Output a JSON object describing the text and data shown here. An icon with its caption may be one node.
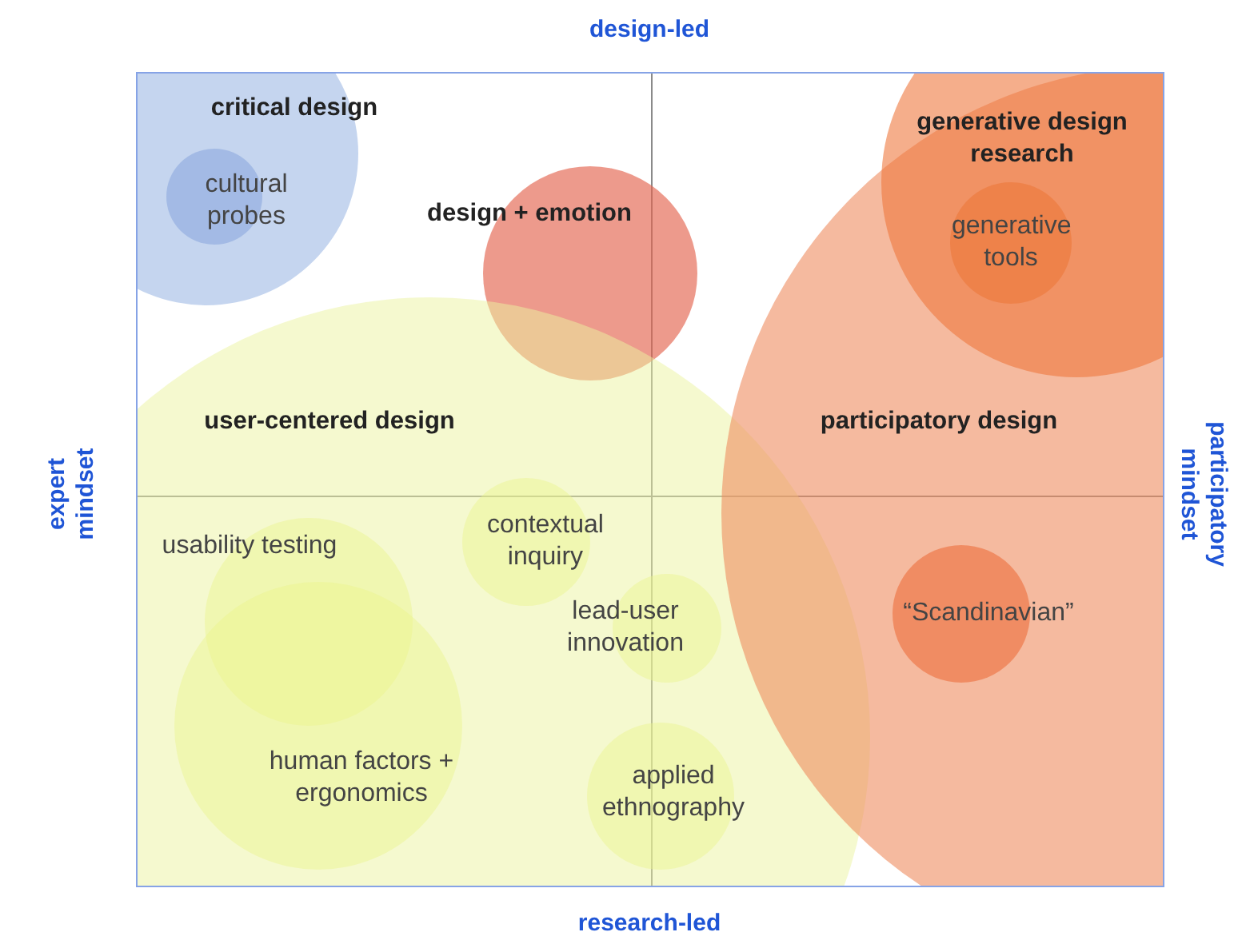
{
  "diagram": {
    "nodes": [
      {
        "text": [
          "critical design"
        ]
      },
      {
        "text": [
          "cultural probes"
        ],
        "in": 0
      },
      {
        "text": [
          "design + emotion"
        ]
      },
      {
        "text": [
          "generative design research"
        ]
      },
      {
        "text": [
          "generative tools"
        ]
      },
      {
        "text": [
          "user-centered design"
        ]
      },
      {
        "text": [
          "participatory design"
        ]
      },
      {
        "text": [
          "usability testing"
        ],
        "in": 5
      },
      {
        "text": [
          "contextual inquiry"
        ],
        "in": 5
      },
      {
        "text": [
          "lead-user innovation"
        ],
        "in": 5
      },
      {
        "text": [
          "“Scandinavian”"
        ],
        "in": 6
      },
      {
        "text": [
          "human factors + ergonomics"
        ],
        "in": 5
      },
      {
        "text": [
          "applied ethnography"
        ],
        "in": 5
      }
    ],
    "labels": [
      "design-led",
      "expert mindset",
      "participatory mindset",
      "research-led"
    ]
  }
}
